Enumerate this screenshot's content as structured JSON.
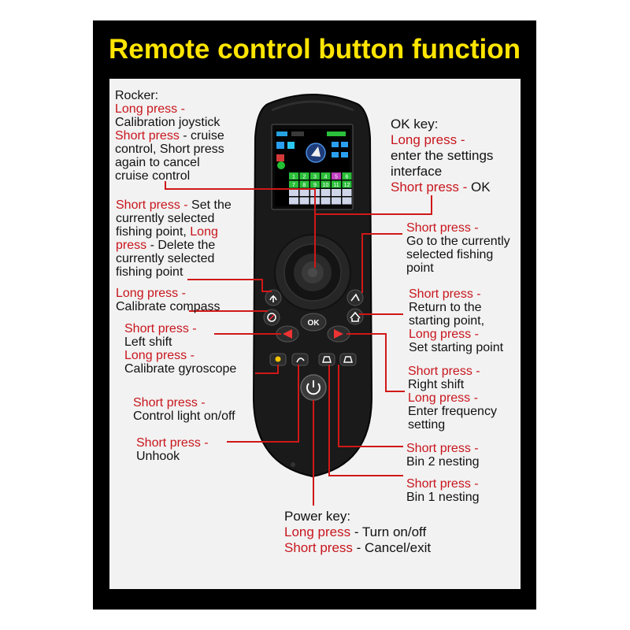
{
  "title": "Remote control button function",
  "callouts": {
    "rocker": {
      "heading": "Rocker:",
      "long_press": "Long press -",
      "long_action": "Calibration joystick",
      "short_press": "Short press",
      "short_action_1": " - cruise",
      "short_action_2": "control, Short press",
      "short_action_3": "again to cancel",
      "short_action_4": "cruise control"
    },
    "ok_key": {
      "heading": "OK key:",
      "long_press": "Long press -",
      "long_action_1": "enter the settings",
      "long_action_2": "interface",
      "short_press": "Short press - ",
      "short_action": "OK"
    },
    "fishing_point": {
      "short_press": "Short press - ",
      "short_action_1": "Set the",
      "short_action_2": "currently selected",
      "short_action_3": "fishing point, ",
      "long_press_a": "Long",
      "long_press_b": "press",
      "long_action_1": " - Delete the",
      "long_action_2": "currently selected",
      "long_action_3": "fishing point"
    },
    "go_to_point": {
      "short_press": "Short press -",
      "action_1": "Go to the currently",
      "action_2": "selected fishing",
      "action_3": "point"
    },
    "compass": {
      "long_press": "Long press -",
      "action": "Calibrate compass"
    },
    "home": {
      "short_press": "Short press -",
      "short_action_1": "Return to the",
      "short_action_2": "starting point,",
      "long_press": "Long press -",
      "long_action": "Set starting point"
    },
    "left_shift": {
      "short_press": "Short press -",
      "short_action": "Left shift",
      "long_press": "Long press -",
      "long_action": "Calibrate gyroscope"
    },
    "right_shift": {
      "short_press": "Short press -",
      "short_action": "Right shift",
      "long_press": "Long press -",
      "long_action_1": "Enter frequency",
      "long_action_2": "setting"
    },
    "light": {
      "short_press": "Short press -",
      "action": "Control light on/off"
    },
    "unhook": {
      "short_press": "Short press -",
      "action": "Unhook"
    },
    "bin2": {
      "short_press": "Short press -",
      "action": "Bin 2 nesting"
    },
    "bin1": {
      "short_press": "Short press -",
      "action": "Bin 1 nesting"
    },
    "power_key": {
      "heading": "Power key:",
      "long_press": "Long press",
      "long_action": " - Turn on/off",
      "short_press": "Short press",
      "short_action": " - Cancel/exit"
    }
  },
  "remote": {
    "ok_button_label": "OK",
    "screen_numbers": [
      "1",
      "2",
      "3",
      "4",
      "5",
      "6",
      "7",
      "8",
      "9",
      "10",
      "11",
      "12"
    ]
  },
  "colors": {
    "frame": "#000000",
    "panel": "#f2f2f2",
    "title": "#ffe500",
    "accent_red": "#c8161d",
    "leader_line": "#d01818"
  },
  "icons": [
    "fishing-point-icon",
    "compass-icon",
    "go-to-point-icon",
    "home-icon",
    "left-arrow-icon",
    "right-arrow-icon",
    "light-icon",
    "unhook-icon",
    "bin2-icon",
    "bin1-icon",
    "power-icon"
  ]
}
